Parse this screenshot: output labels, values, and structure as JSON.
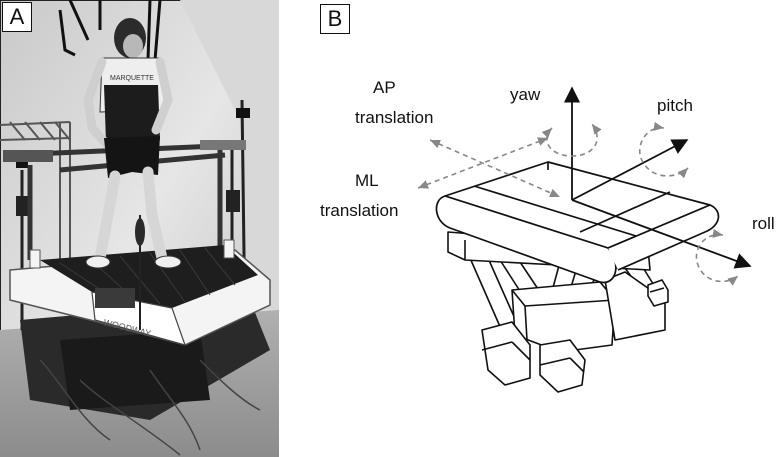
{
  "panels": {
    "a": {
      "label": "A"
    },
    "b": {
      "label": "B"
    }
  },
  "photo": {
    "treadmill_brand": "WOODWAY",
    "shirt_text": "MARQUETTE"
  },
  "diagram": {
    "labels": {
      "ap_line1": "AP",
      "ap_line2": "translation",
      "yaw": "yaw",
      "pitch": "pitch",
      "ml_line1": "ML",
      "ml_line2": "translation",
      "roll": "roll"
    },
    "colors": {
      "axis": "#111111",
      "rotation_arrow": "#888888",
      "outline": "#111111"
    }
  }
}
